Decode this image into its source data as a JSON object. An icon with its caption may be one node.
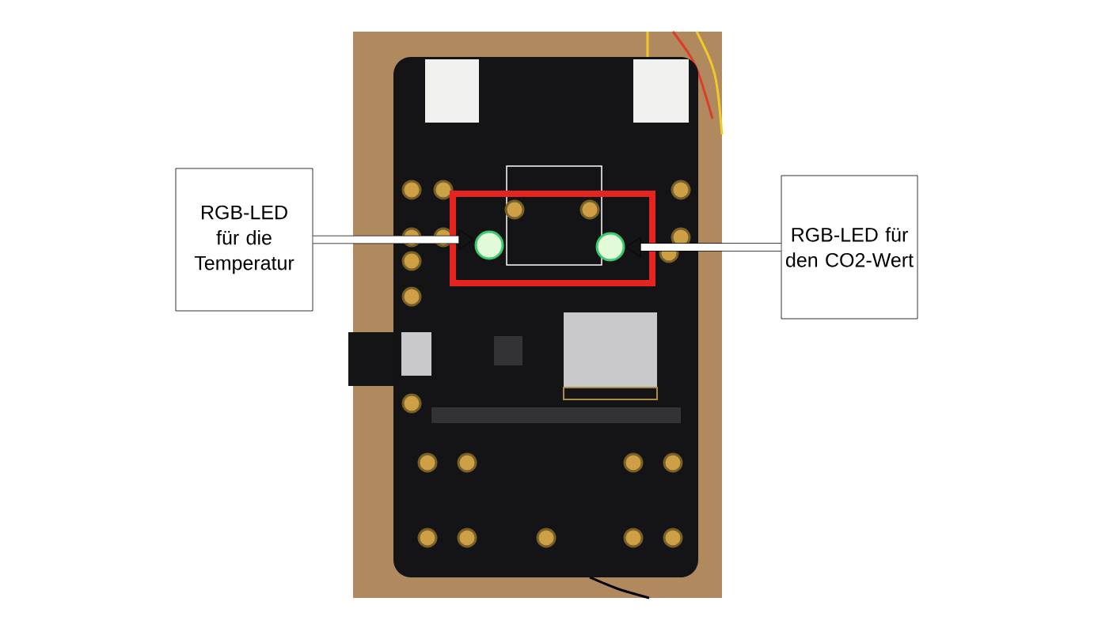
{
  "diagram": {
    "nodes": [
      {
        "text": [],
        "shape": "picture"
      },
      {
        "text": [
          "RGB-LED für die Temperatur"
        ]
      },
      {
        "text": [
          "RGB-LED für den CO2-Wert"
        ]
      },
      {
        "text": [],
        "shape": "box",
        "in": 0
      },
      {
        "text": [],
        "shape": "circle",
        "in": 3
      },
      {
        "text": [],
        "shape": "circle",
        "in": 3
      }
    ],
    "edges": [
      {
        "from": 1,
        "to": 4,
        "arrow": "to"
      },
      {
        "from": 2,
        "to": 5,
        "arrow": "to"
      }
    ]
  }
}
